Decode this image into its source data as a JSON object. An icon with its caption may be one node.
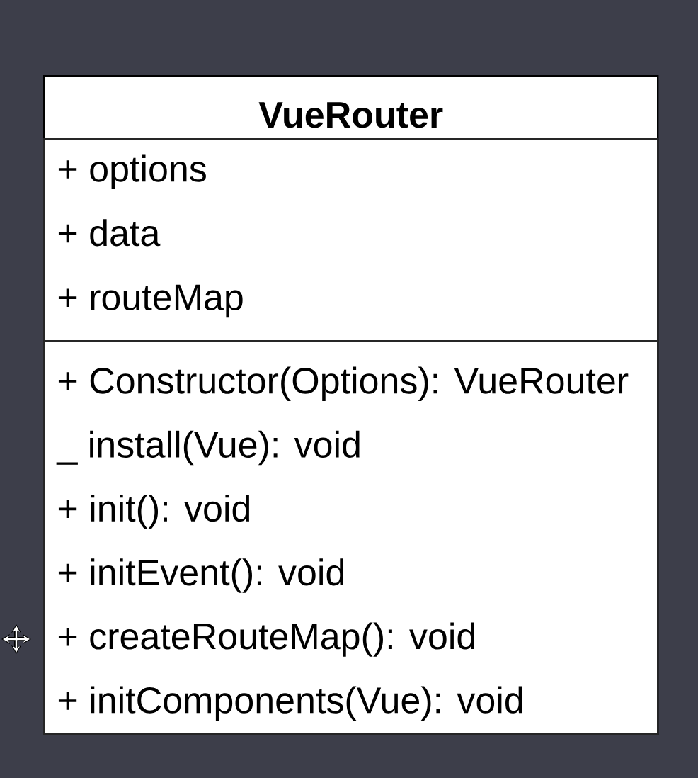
{
  "diagram": {
    "nodes": [
      {
        "text": [
          "VueRouter"
        ]
      },
      {
        "text": [
          "+ options",
          "+ data",
          "+ routeMap"
        ],
        "in": 0
      },
      {
        "text": [
          "+ Constructor(Options): VueRouter",
          "_ install(Vue): void",
          "+ init(): void",
          "+ initEvent(): void",
          "+ createRouteMap(): void",
          "+ initComponents(Vue): void"
        ],
        "in": 0
      }
    ]
  }
}
